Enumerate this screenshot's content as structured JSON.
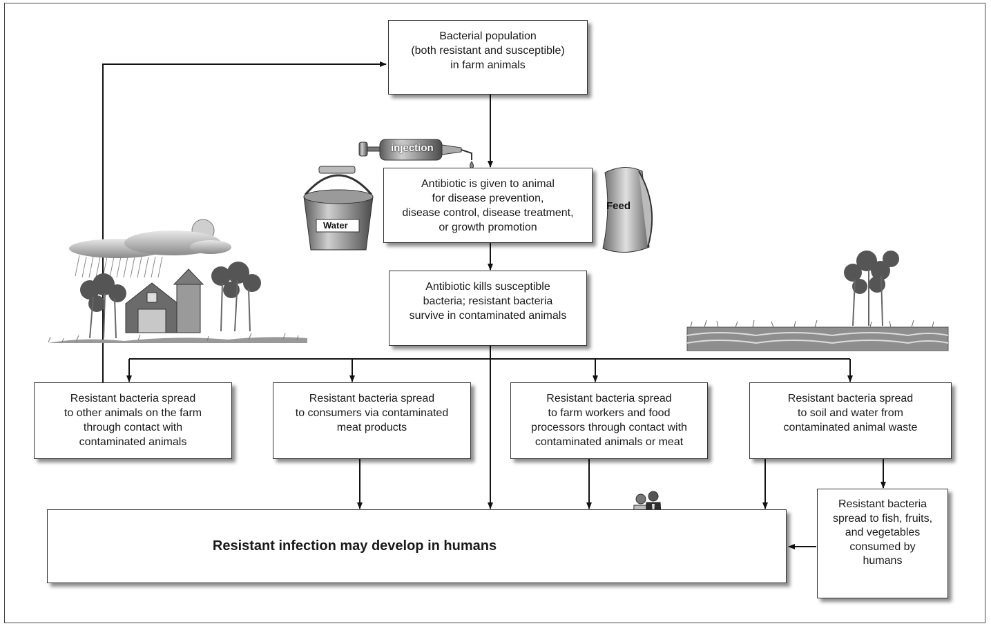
{
  "boxes": {
    "population": "Bacterial population\n(both resistant and susceptible)\nin farm animals",
    "antibiotic": "Antibiotic is given to animal\nfor disease prevention,\ndisease control, disease treatment,\nor growth promotion",
    "kills": "Antibiotic kills susceptible\nbacteria; resistant bacteria\nsurvive in contaminated animals",
    "spread_animals": "Resistant bacteria spread\nto other animals on the farm\nthrough contact with\ncontaminated animals",
    "spread_consumers": "Resistant bacteria spread\nto consumers via contaminated\nmeat products",
    "spread_workers": "Resistant bacteria spread\nto farm workers and food\nprocessors through contact with\ncontaminated animals or meat",
    "spread_soil": "Resistant bacteria spread\nto soil and water from\ncontaminated animal waste",
    "spread_food": "Resistant bacteria\nspread to fish, fruits,\nand vegetables\nconsumed by\nhumans",
    "final": "Resistant infection may develop in humans"
  },
  "icons": {
    "injection_label": "injection",
    "water_label": "Water",
    "feed_label": "Feed"
  },
  "colors": {
    "box_border": "#333333",
    "arrow": "#111111",
    "illustration_gray": "#8a8a8a"
  }
}
